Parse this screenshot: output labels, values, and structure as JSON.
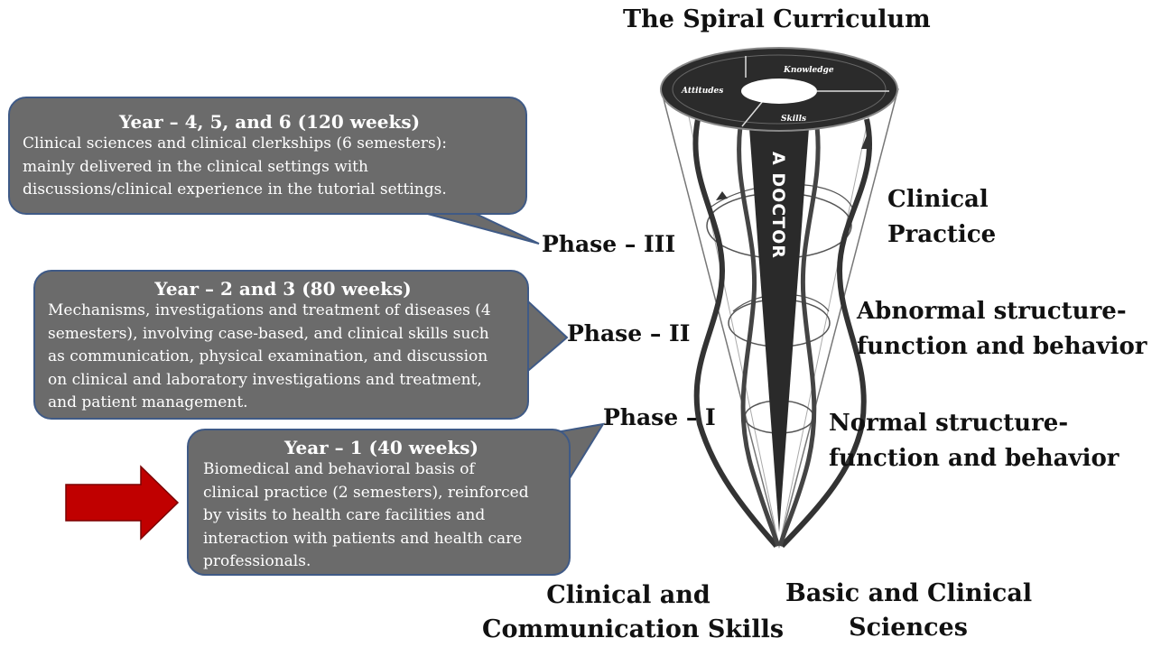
{
  "title": "The Spiral Curriculum",
  "cone": {
    "ring_labels": {
      "knowledge": "Knowledge",
      "attitudes": "Attitudes",
      "skills": "Skills"
    },
    "center_label": "A DOCTOR"
  },
  "phases": {
    "phase3": "Phase – III",
    "phase2": "Phase – II",
    "phase1": "Phase – I"
  },
  "side_labels": {
    "clinical_practice": [
      "Clinical",
      "Practice"
    ],
    "abnormal": [
      "Abnormal structure-",
      "function and behavior"
    ],
    "normal": [
      "Normal structure-",
      "function and behavior"
    ]
  },
  "bottom_labels": {
    "clinical_comm": [
      "Clinical and",
      "Communication Skills"
    ],
    "basic_clinical": [
      "Basic and Clinical",
      "Sciences"
    ]
  },
  "bubbles": {
    "years_456": {
      "heading": "Year – 4, 5, and 6 (120 weeks)",
      "lines": [
        "Clinical sciences and clinical clerkships (6 semesters):",
        "mainly delivered in the clinical settings with",
        "discussions/clinical experience in the tutorial settings."
      ]
    },
    "years_23": {
      "heading": "Year – 2 and 3 (80 weeks)",
      "lines": [
        "Mechanisms, investigations and treatment of diseases (4",
        "semesters), involving case-based, and clinical skills such",
        "as communication, physical examination, and discussion",
        "on clinical and laboratory investigations and treatment,",
        "and patient management."
      ]
    },
    "year_1": {
      "heading": "Year – 1 (40 weeks)",
      "lines": [
        "Biomedical and behavioral basis of",
        "clinical practice (2 semesters), reinforced",
        "by visits to health care facilities and",
        "interaction with patients and health care",
        "professionals."
      ]
    }
  },
  "colors": {
    "bubble_fill": "#6b6b6b",
    "bubble_border": "#3f5a86",
    "arrow": "#c00000",
    "cone_dark": "#2a2a2a"
  }
}
